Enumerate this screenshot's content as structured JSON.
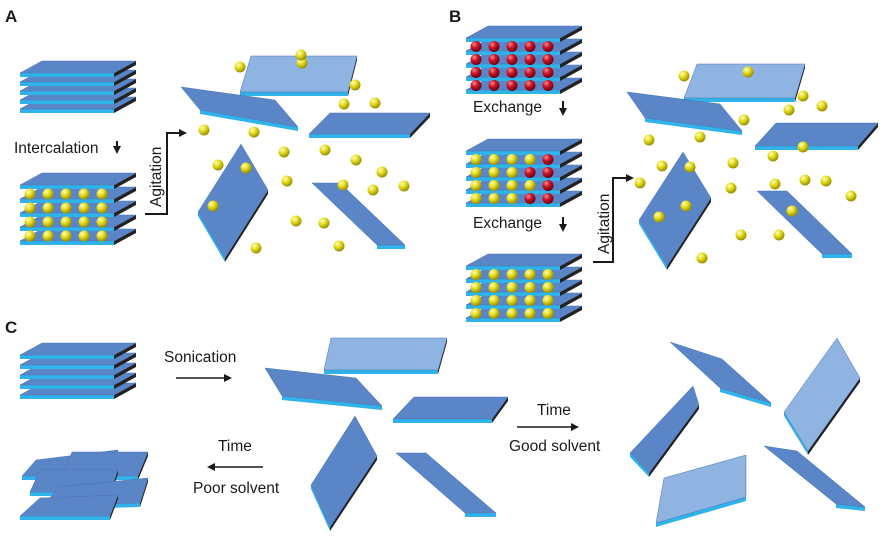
{
  "colors": {
    "sheet_top": "#5a86c8",
    "sheet_side": "#222222",
    "sheet_edge": "#2fb3ea",
    "sheet_light": "#8fb4e2",
    "yellow_ball": "#e5dd1c",
    "red_ball": "#c9142b",
    "text": "#1a1a1a",
    "background": "#ffffff"
  },
  "panels": {
    "a": {
      "letter": "A",
      "intercalation_label": "Intercalation",
      "agitation_label": "Agitation"
    },
    "b": {
      "letter": "B",
      "exchange_label_1": "Exchange",
      "exchange_label_2": "Exchange",
      "agitation_label": "Agitation"
    },
    "c": {
      "letter": "C",
      "sonication_label": "Sonication",
      "time_label_1": "Time",
      "good_solvent_label": "Good solvent",
      "time_label_2": "Time",
      "poor_solvent_label": "Poor solvent"
    }
  },
  "icons": [
    "down-arrow-icon",
    "right-arrow-icon",
    "left-arrow-icon",
    "elbow-arrow-icon"
  ]
}
